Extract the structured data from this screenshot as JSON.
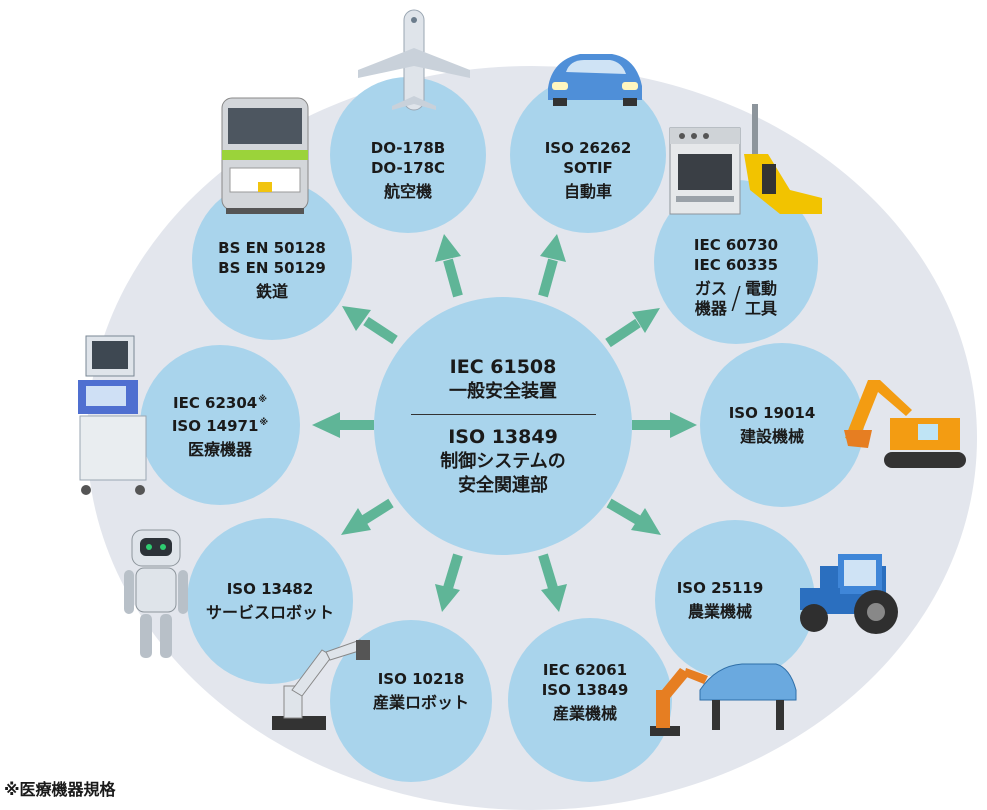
{
  "center": {
    "std1": "IEC 61508",
    "name1": "一般安全装置",
    "std2": "ISO 13849",
    "name2_line1": "制御システムの",
    "name2_line2": "安全関連部"
  },
  "nodes": {
    "aircraft": {
      "std1": "DO-178B",
      "std2": "DO-178C",
      "name": "航空機"
    },
    "automobile": {
      "std1": "ISO 26262",
      "std2": "SOTIF",
      "name": "自動車"
    },
    "railway": {
      "std1": "BS EN 50128",
      "std2": "BS EN 50129",
      "name": "鉄道"
    },
    "gas_tools": {
      "std1": "IEC 60730",
      "std2": "IEC 60335",
      "name_a1": "ガス",
      "name_a2": "機器",
      "slash": "/",
      "name_b1": "電動",
      "name_b2": "工具"
    },
    "medical": {
      "std1": "IEC 62304",
      "std2": "ISO 14971",
      "mark": "※",
      "name": "医療機器"
    },
    "construction": {
      "std1": "ISO 19014",
      "name": "建設機械"
    },
    "service_robot": {
      "std1": "ISO 13482",
      "name": "サービスロボット"
    },
    "agriculture": {
      "std1": "ISO 25119",
      "name": "農業機械"
    },
    "industrial_robot": {
      "std1": "ISO 10218",
      "name": "産業ロボット"
    },
    "industrial_machine": {
      "std1": "IEC 62061",
      "std2": "ISO 13849",
      "name": "産業機械"
    }
  },
  "footnote": "※医療機器規格",
  "colors": {
    "background_ellipse": "#e3e6ed",
    "circle": "#a9d4ec",
    "arrow": "#5fb597"
  }
}
